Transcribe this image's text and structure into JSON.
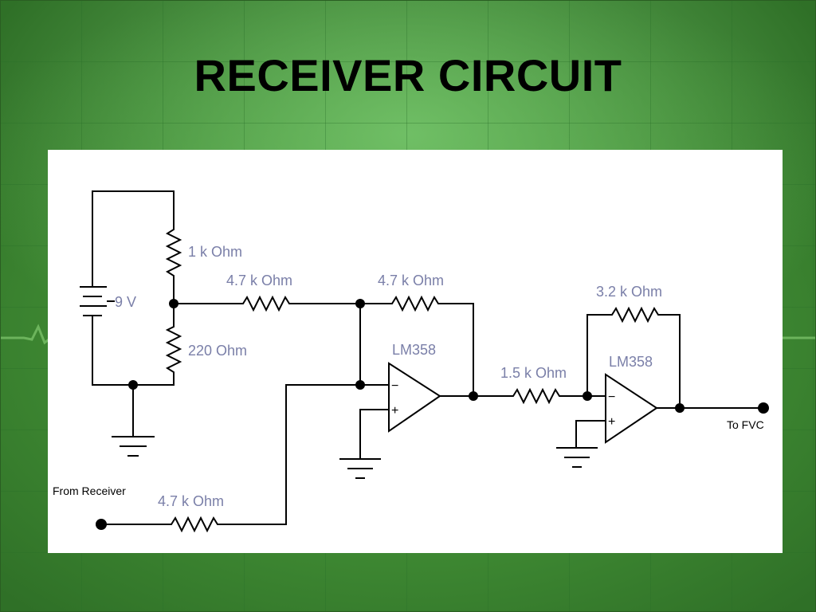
{
  "slide": {
    "title": "RECEIVER CIRCUIT"
  },
  "diagram": {
    "battery_label": "9 V",
    "divider_top_resistor": "1 k Ohm",
    "divider_bottom_resistor": "220  Ohm",
    "input_resistor_stage1": "4.7 k Ohm",
    "feedback_resistor_stage1": "4.7 k Ohm",
    "opamp1_label": "LM358",
    "coupling_resistor": "1.5 k Ohm",
    "feedback_resistor_stage2": "3.2 k Ohm",
    "opamp2_label": "LM358",
    "receiver_resistor": "4.7 k Ohm",
    "input_terminal_label": "From Receiver",
    "output_terminal_label": "To FVC",
    "opamp_minus": "−",
    "opamp_plus": "+"
  },
  "colors": {
    "background": "#3f8a33",
    "component_label": "#7a7fa8",
    "wire": "#000000",
    "panel": "#ffffff"
  }
}
